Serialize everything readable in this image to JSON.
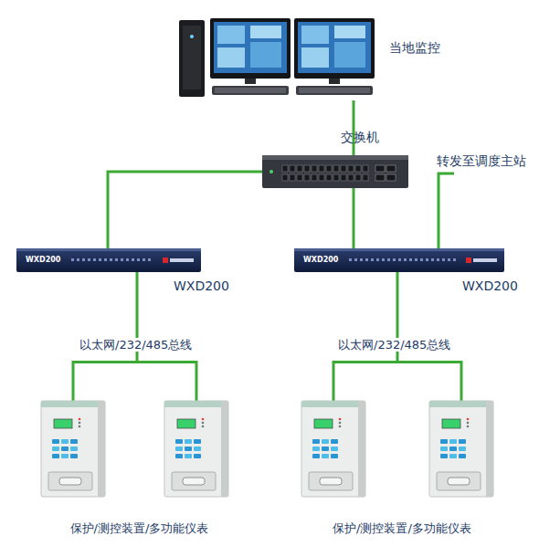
{
  "diagram": {
    "nodes": [
      {
        "text": [
          "当地监控"
        ]
      },
      {
        "text": [
          "交换机"
        ]
      },
      {
        "text": [
          "WXD200",
          "WXD200"
        ]
      },
      {
        "text": [
          "WXD200",
          "WXD200"
        ]
      },
      {
        "text": [
          "保护/测控装置/多功能仪表"
        ]
      },
      {
        "text": [
          "保护/测控装置/多功能仪表"
        ]
      }
    ],
    "edges": [
      {
        "from": 0,
        "to": 1,
        "arrow": "none"
      },
      {
        "from": 1,
        "to": 2,
        "arrow": "none"
      },
      {
        "from": 1,
        "to": 3,
        "arrow": "none"
      },
      {
        "from": 2,
        "to": 4,
        "label": "以太网/232/485总线",
        "arrow": "none"
      },
      {
        "from": 3,
        "to": 5,
        "label": "以太网/232/485总线",
        "arrow": "none"
      }
    ],
    "labels": [
      "转发至调度主站"
    ]
  }
}
